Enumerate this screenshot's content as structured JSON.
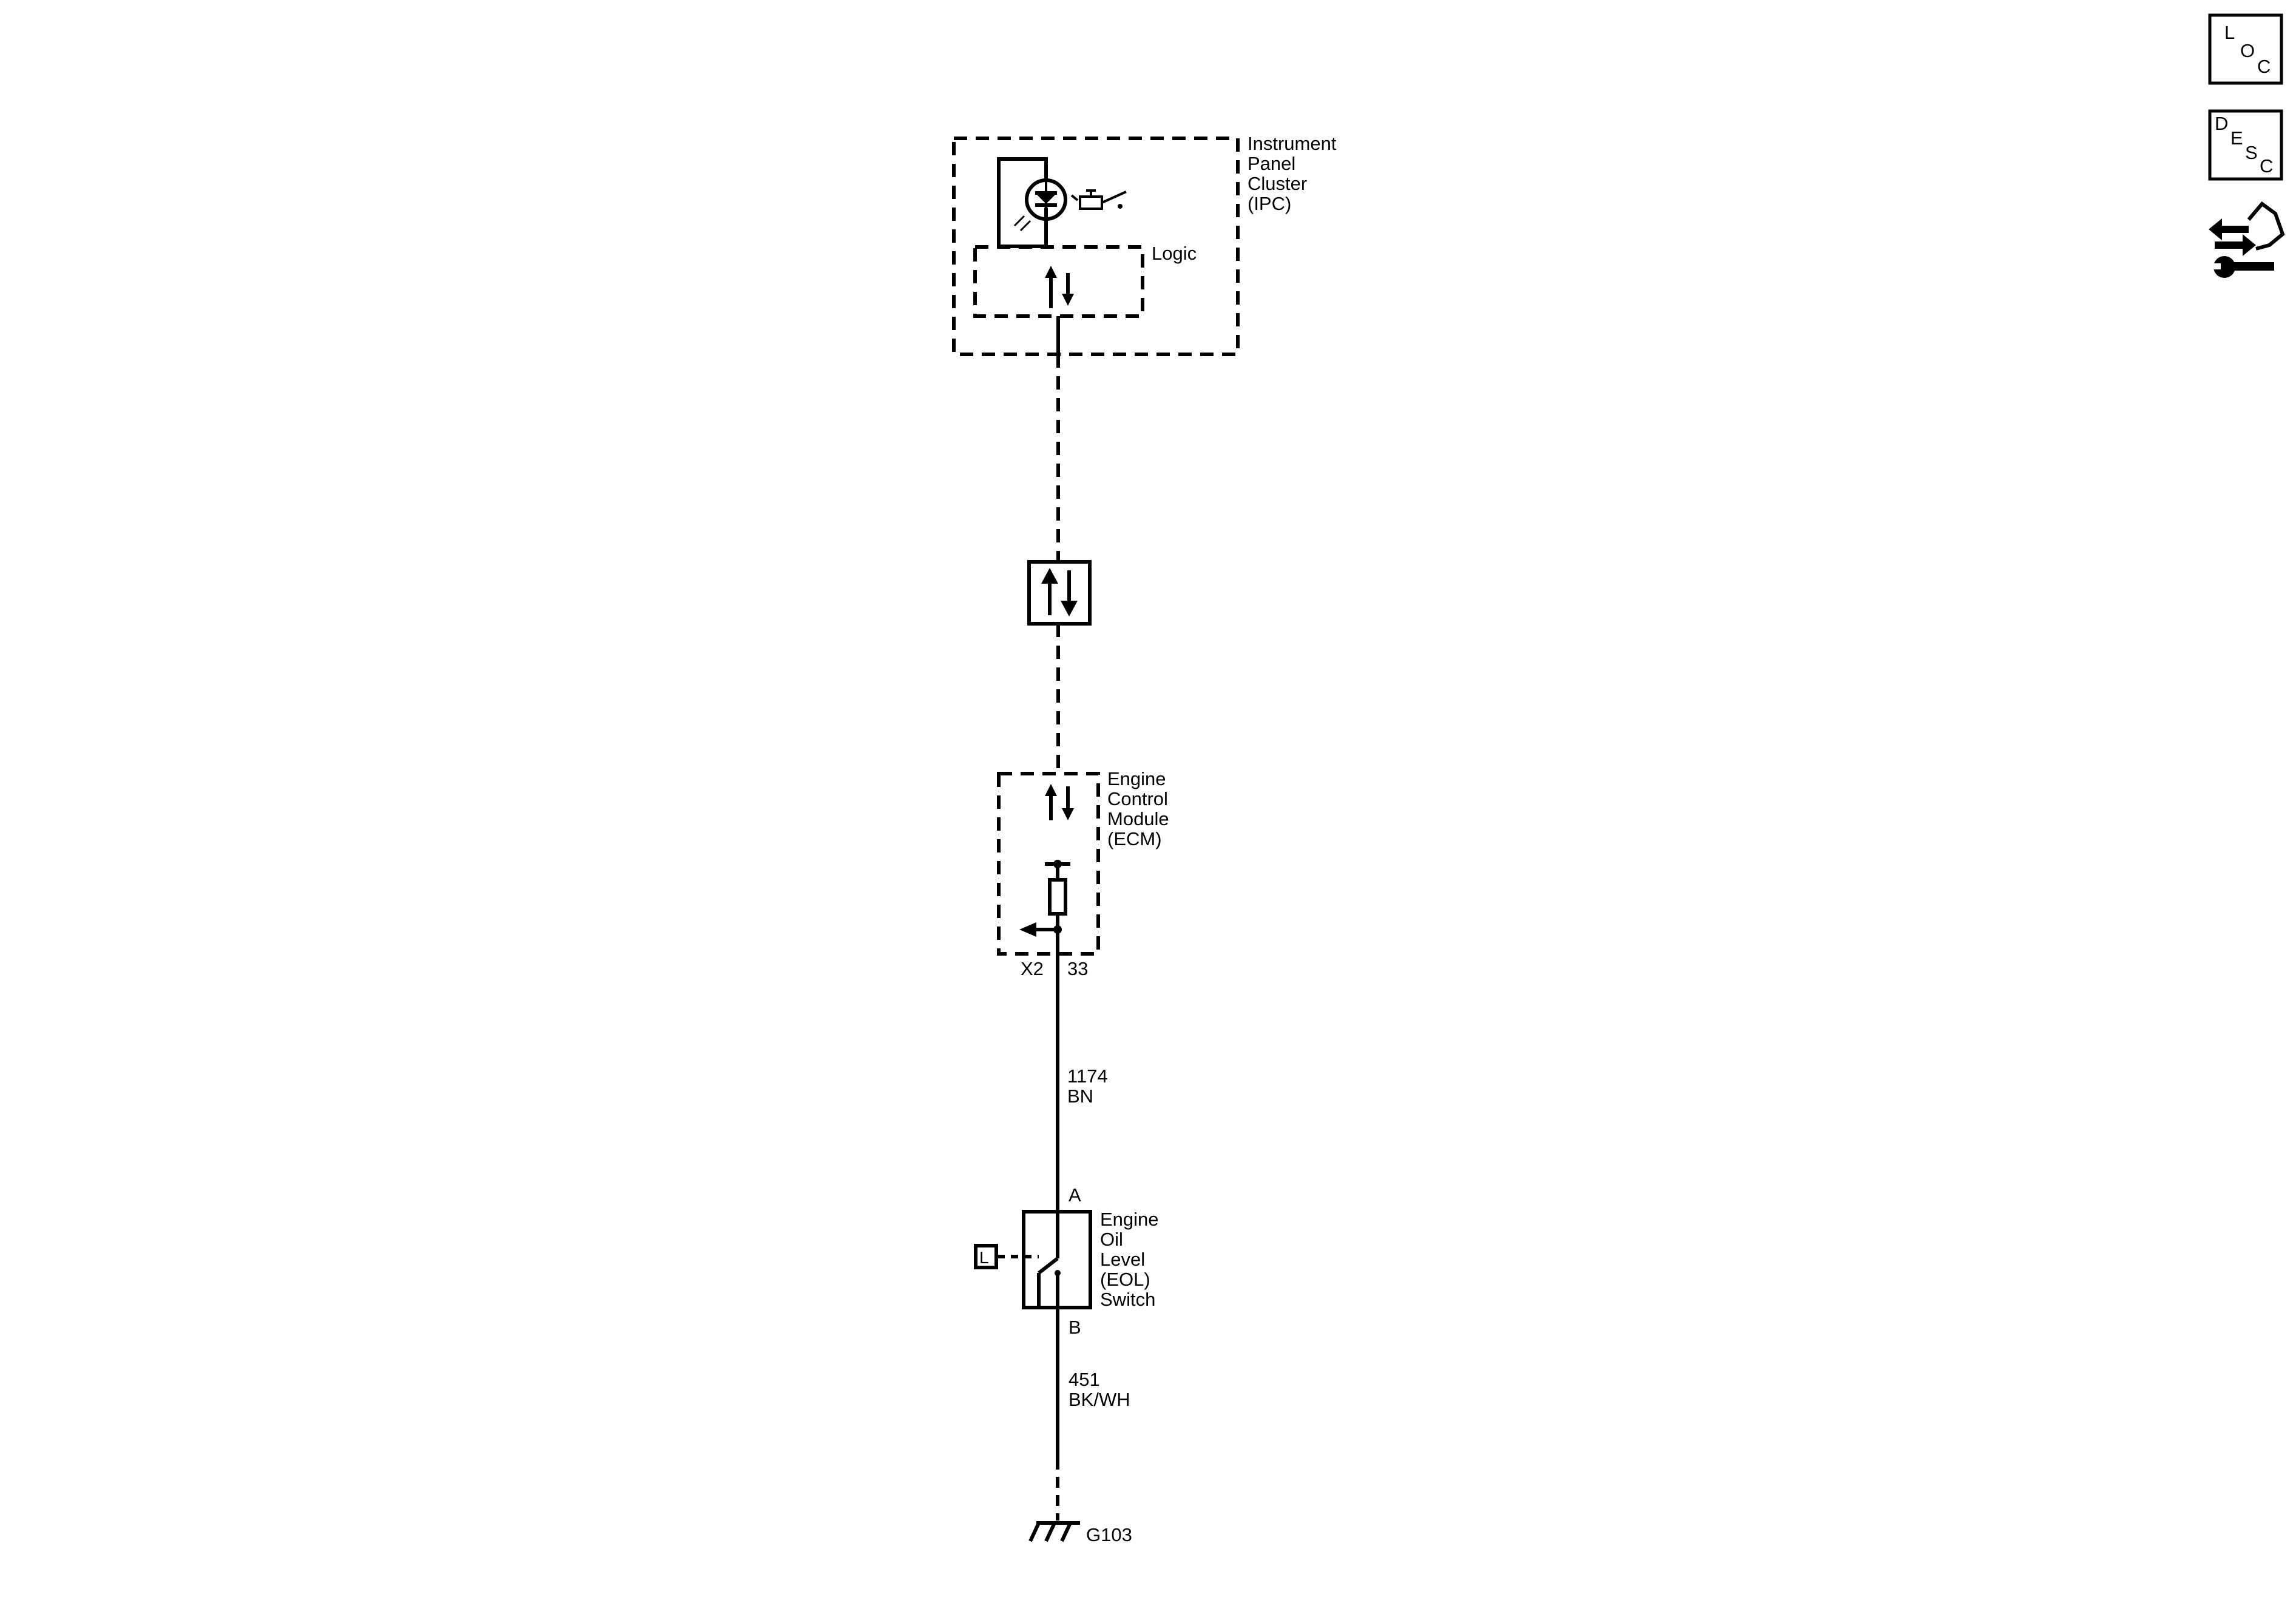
{
  "ipc": {
    "line1": "Instrument",
    "line2": "Panel",
    "line3": "Cluster",
    "line4": "(IPC)",
    "logic": "Logic"
  },
  "ecm": {
    "line1": "Engine",
    "line2": "Control",
    "line3": "Module",
    "line4": "(ECM)",
    "connector": "X2",
    "pin": "33"
  },
  "wire1": {
    "circuit": "1174",
    "color": "BN"
  },
  "switch": {
    "pin_a": "A",
    "pin_b": "B",
    "line1": "Engine",
    "line2": "Oil",
    "line3": "Level",
    "line4": "(EOL)",
    "line5": "Switch",
    "location_tag": "L"
  },
  "wire2": {
    "circuit": "451",
    "color": "BK/WH"
  },
  "ground": {
    "label": "G103"
  },
  "side": {
    "loc": {
      "l": "L",
      "o": "O",
      "c": "C"
    },
    "desc": {
      "d": "D",
      "e": "E",
      "s": "S",
      "c": "C"
    }
  }
}
